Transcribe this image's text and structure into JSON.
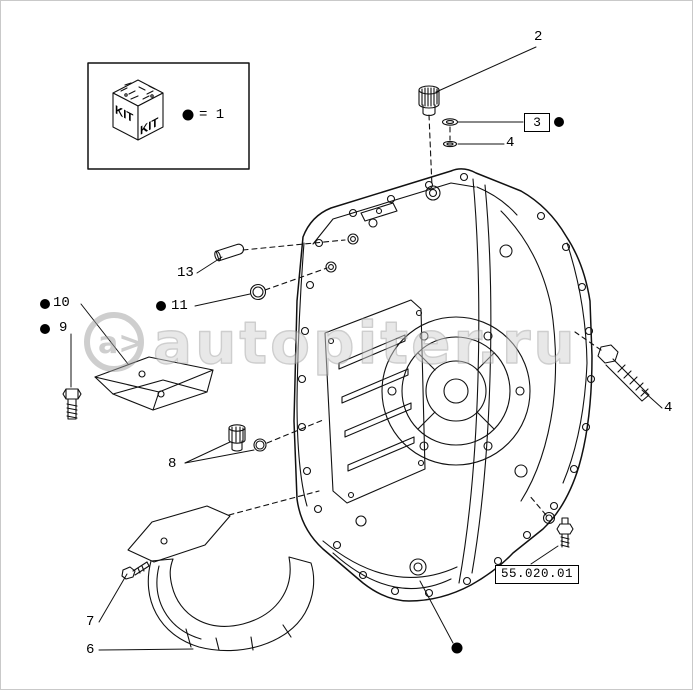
{
  "kit": {
    "face_left": "KIT",
    "face_right": "KIT",
    "legend": "= 1"
  },
  "callouts": {
    "n2": "2",
    "n3": "3",
    "n4_top": "4",
    "n4_right": "4",
    "n6": "6",
    "n7": "7",
    "n8": "8",
    "n9": "9",
    "n10": "10",
    "n11": "11",
    "n13": "13"
  },
  "ref_box": {
    "label": "55.020.01"
  },
  "watermark": {
    "logo": "a>",
    "text": "autopiter.ru"
  },
  "colors": {
    "line": "#111111",
    "watermark": "#bdbdbd",
    "dot": "#000000",
    "background": "#ffffff"
  }
}
